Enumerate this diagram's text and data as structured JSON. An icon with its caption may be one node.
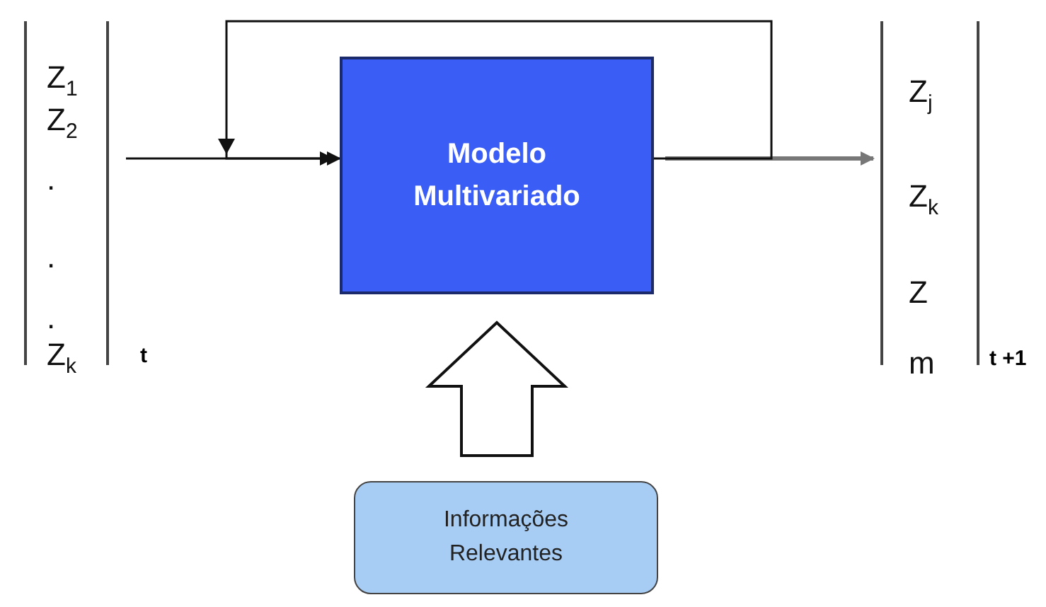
{
  "diagram": {
    "nodes": [
      {
        "text": [
          "Z$_{1}$",
          "Z$_{2}$",
          ".",
          ".",
          ".",
          "Z$_{k}$"
        ],
        "beside": [
          "t"
        ]
      },
      {
        "text": [
          "Modelo Multivariado"
        ]
      },
      {
        "text": [
          "Z$_{j}$",
          "Z$_{k}$",
          "Z",
          "m"
        ],
        "beside": [
          "t +1"
        ]
      },
      {
        "text": [
          "Informações Relevantes"
        ]
      }
    ],
    "edges": [
      {
        "from": 0,
        "to": 1,
        "arrow": "to"
      },
      {
        "from": 1,
        "to": 2,
        "arrow": "to",
        "color": "#777777",
        "style": "thick"
      },
      {
        "from": 1,
        "to": 1,
        "arrow": "to"
      },
      {
        "from": 3,
        "to": 1,
        "arrow": "to",
        "style": "thick"
      }
    ]
  }
}
